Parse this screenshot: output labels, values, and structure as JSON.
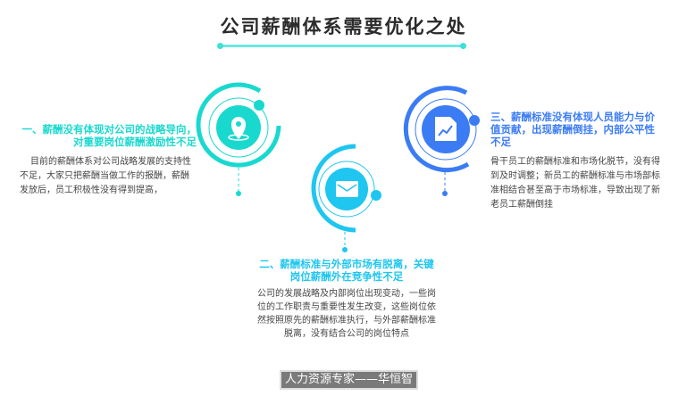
{
  "title": "公司薪酬体系需要优化之处",
  "items": [
    {
      "heading": "一、薪酬没有体现对公司的战略导向，对重要岗位薪酬激励性不足",
      "body": "目前的薪酬体系对公司战略发展的支持性不足，大家只把薪酬当做工作的报酬，薪酬发放后，员工积极性没有得到提高，",
      "icon": "location-pin-icon",
      "color": "#19d9cf"
    },
    {
      "heading": "二、薪酬标准与外部市场有脱离，关键岗位薪酬外在竞争性不足",
      "body": "公司的发展战略及内部岗位出现变动，一些岗位的工作职责与重要性发生改变，这些岗位依然按照原先的薪酬标准执行，与外部薪酬标准脱离，没有结合公司的岗位特点",
      "icon": "mail-icon",
      "color": "#1ec6f0"
    },
    {
      "heading": "三、薪酬标准没有体现人员能力与价值贡献，出现薪酬倒挂，内部公平性不足",
      "body": "骨干员工的薪酬标准和市场化脱节，没有得到及时调整；新员工的薪酬标准与市场部标准相结合甚至高于市场标准，导致出现了新老员工薪酬倒挂",
      "icon": "trend-document-icon",
      "color": "#3b7cf5"
    }
  ],
  "footer": "人力资源专家——华恒智信"
}
